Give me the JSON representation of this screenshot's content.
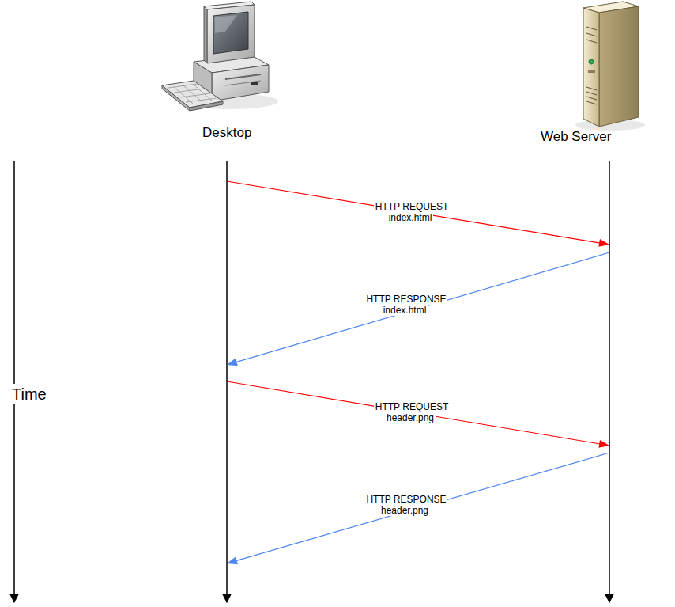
{
  "diagram": {
    "nodes": [
      {
        "text": [
          "Desktop"
        ]
      },
      {
        "text": [
          "Web Server"
        ]
      }
    ],
    "edges": [
      {
        "from": 0,
        "to": 1,
        "arrow": "to",
        "label": "HTTP REQUEST index.html"
      },
      {
        "from": 1,
        "to": 0,
        "arrow": "to",
        "label": "HTTP RESPONSE index.html"
      },
      {
        "from": 0,
        "to": 1,
        "arrow": "to",
        "label": "HTTP REQUEST header.png"
      },
      {
        "from": 1,
        "to": 0,
        "arrow": "to",
        "label": "HTTP RESPONSE header.png"
      }
    ],
    "labels": [
      "Time"
    ]
  }
}
